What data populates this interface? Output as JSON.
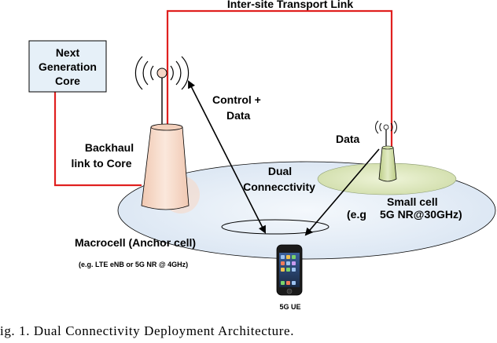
{
  "diagram": {
    "transport_link_label": "Inter-site Transport Link",
    "core": {
      "line1": "Next",
      "line2": "Generation",
      "line3": "Core"
    },
    "backhaul": {
      "line1": "Backhaul",
      "line2": "link to Core"
    },
    "control_data": {
      "line1": "Control +",
      "line2": "Data"
    },
    "data_label": "Data",
    "dual": {
      "line1": "Dual",
      "line2": "Connecctivity"
    },
    "small_cell": {
      "line1": "Small cell",
      "line2": "5G NR@30GHz)",
      "prefix": "(e.g"
    },
    "macrocell": {
      "title": "Macrocell (Anchor cell)",
      "detail": "(e.g. LTE eNB or 5G NR @ 4GHz)"
    },
    "ue_label": "5G UE",
    "caption": "ig. 1.   Dual Connectivity Deployment Architecture."
  },
  "colors": {
    "link_red": "#e0201f",
    "core_fill": "#e6f0f8",
    "tower_fill": "#f6d8c8",
    "coverage_fill": "#e4ecf6",
    "small_coverage_fill": "#dde8c4",
    "small_tower_fill": "#cddc9c"
  },
  "icons": [
    "antenna-waves-icon",
    "phone-icon"
  ]
}
